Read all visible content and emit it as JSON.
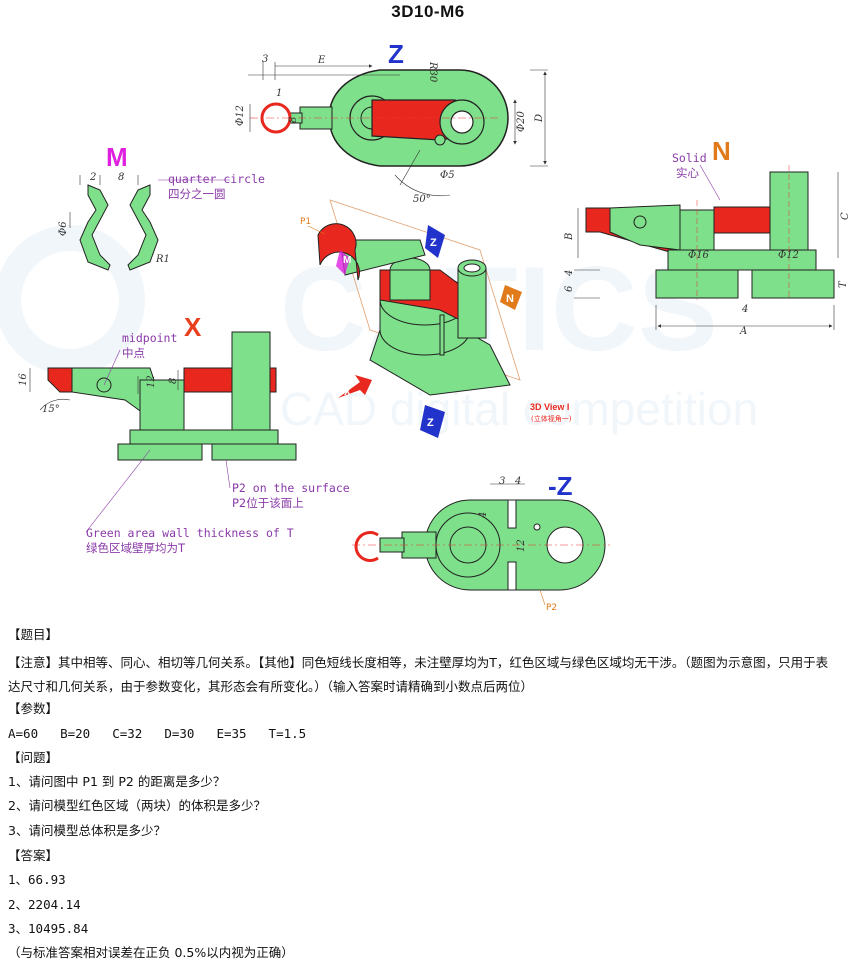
{
  "title": "3D10-M6",
  "views": {
    "z_label": "Z",
    "neg_z_label": "-Z",
    "m_label": "M",
    "n_label": "N",
    "x_label": "X",
    "view3d_label": "3D View I",
    "view3d_sub": "(立体视角一)"
  },
  "annotations": {
    "quarter_circle_en": "quarter circle",
    "quarter_circle_cn": "四分之一圆",
    "midpoint_en": "midpoint",
    "midpoint_cn": "中点",
    "solid_en": "Solid",
    "solid_cn": "实心",
    "p2_surface_en": "P2 on the surface",
    "p2_surface_cn": "P2位于该面上",
    "wall_en": "Green area wall thickness of T",
    "wall_cn": "绿色区域壁厚均为T",
    "p1": "P1",
    "p2": "P2"
  },
  "dimensions": {
    "d3": "3",
    "dE": "E",
    "dR30": "R30",
    "d1": "1",
    "d12": "Φ12",
    "d8": "8",
    "d20": "Φ20",
    "dD": "D",
    "d5": "Φ5",
    "d50": "50°",
    "m2": "2",
    "m8": "8",
    "m6": "Φ6",
    "mR1": "R1",
    "nB": "B",
    "nC": "C",
    "n16": "Φ16",
    "n12": "Φ12",
    "n6": "6",
    "n4": "4",
    "n4b": "4",
    "nA": "A",
    "nT": "T",
    "x16": "16",
    "x12": "12",
    "x8": "8",
    "x15": "15°",
    "z3": "3",
    "z4": "4",
    "z4b": "4",
    "z12": "12"
  },
  "text": {
    "section_title": "【题目】",
    "note": "【注意】其中相等、同心、相切等几何关系。【其他】同色短线长度相等，未注壁厚均为T，红色区域与绿色区域均无干涉。（题图为示意图，只用于表达尺寸和几何关系，由于参数变化，其形态会有所变化。）（输入答案时请精确到小数点后两位）",
    "params_title": "【参数】",
    "params": [
      "A=60",
      "B=20",
      "C=32",
      "D=30",
      "E=35",
      "T=1.5"
    ],
    "questions_title": "【问题】",
    "questions": [
      "1、请问图中 P1 到 P2 的距离是多少？",
      "2、请问模型红色区域（两块）的体积是多少？",
      "3、请问模型总体积是多少？"
    ],
    "answers_title": "【答案】",
    "answers": [
      "1、66.93",
      "2、2204.14",
      "3、10495.84"
    ],
    "footnote": "（与标准答案相对误差在正负 0.5%以内视为正确）"
  },
  "colors": {
    "green": "#7ee08a",
    "red": "#e8281e",
    "blue_label": "#2233cc",
    "magenta_label": "#e020e0",
    "orange_label": "#e07a1a",
    "red_label": "#e8401e",
    "purple_text": "#8a3aa8",
    "dim_blue": "#3a5fb0",
    "watermark": "#eaf2f8"
  }
}
